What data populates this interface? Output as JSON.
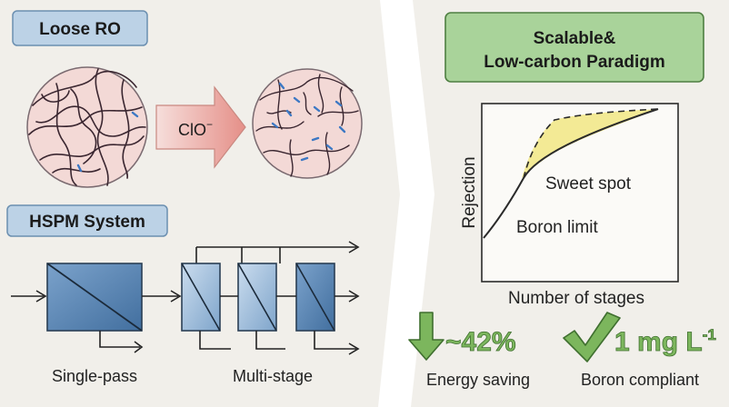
{
  "left_panel": {
    "loose_ro": {
      "label": "Loose RO"
    },
    "oxidant": {
      "label": "ClO",
      "superscript": "−"
    },
    "hspm": {
      "label": "HSPM System"
    },
    "configurations": {
      "single_pass": "Single-pass",
      "multi_stage": "Multi-stage"
    }
  },
  "right_panel": {
    "paradigm": {
      "line1": "Scalable&",
      "line2": "Low-carbon Paradigm"
    },
    "plot": {
      "ylabel": "Rejection",
      "xlabel": "Number of stages",
      "sweet_spot": "Sweet spot",
      "boron_limit": "Boron limit"
    },
    "metrics": {
      "energy": {
        "value": "~42%",
        "caption": "Energy saving"
      },
      "boron": {
        "value": "1 mg L",
        "superscript": "-1",
        "caption": "Boron compliant"
      }
    }
  },
  "colors": {
    "background": "#f1efea",
    "label_blue": "#bcd2e6",
    "label_green": "#a9d39a",
    "membrane_fill": "#f3d9d6",
    "fiber": "#3a2630",
    "module_blue": "#5d88b6",
    "module_blue_light": "#a8c3de",
    "arrow_pink": "#e9a7a0",
    "sweet_yellow": "#f3ea95",
    "check_green": "#7cb65d"
  }
}
